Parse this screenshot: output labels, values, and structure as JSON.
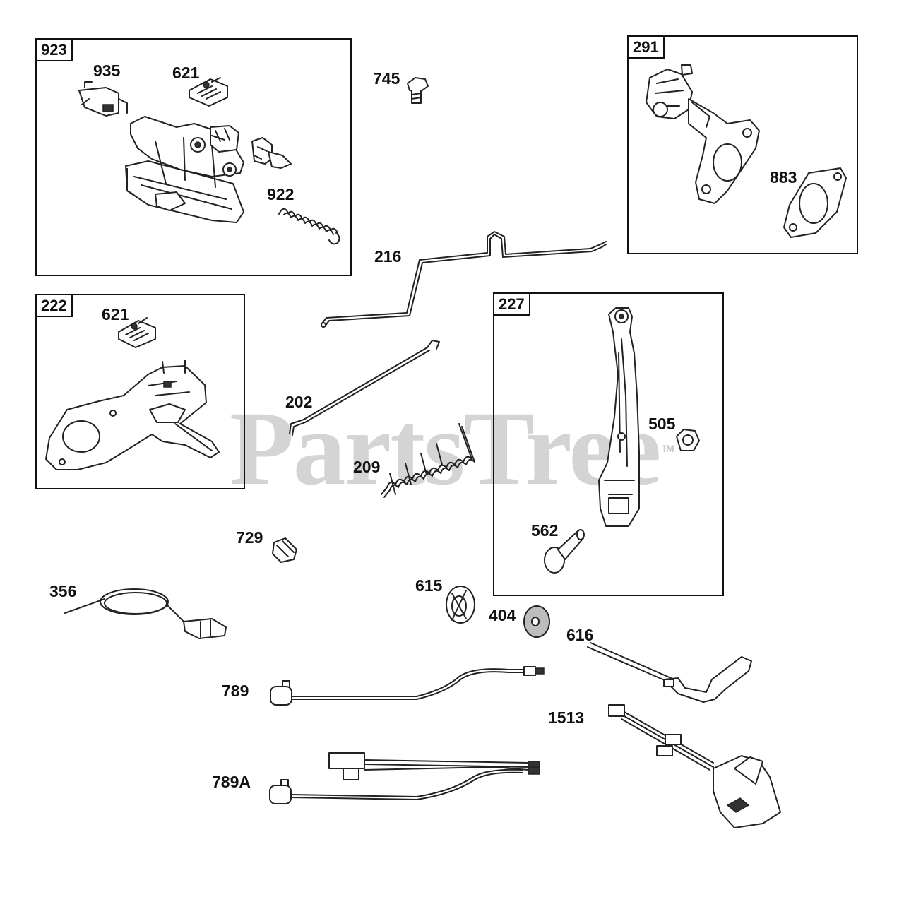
{
  "watermark": {
    "text": "PartsTree",
    "mark": "TM"
  },
  "groups": {
    "g923": "923",
    "g291": "291",
    "g222": "222",
    "g227": "227"
  },
  "labels": {
    "p935": "935",
    "p621a": "621",
    "p922": "922",
    "p745": "745",
    "p883": "883",
    "p216": "216",
    "p621b": "621",
    "p202": "202",
    "p209": "209",
    "p505": "505",
    "p562": "562",
    "p729": "729",
    "p356": "356",
    "p615": "615",
    "p404": "404",
    "p616": "616",
    "p789": "789",
    "p1513": "1513",
    "p789a": "789A"
  }
}
